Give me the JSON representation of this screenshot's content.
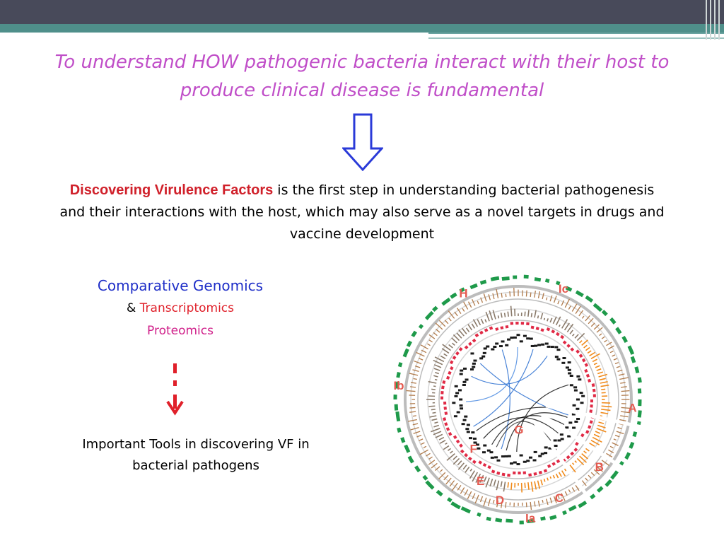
{
  "title": "To understand HOW pathogenic bacteria interact with their host to produce clinical disease is fundamental",
  "main_paragraph": {
    "highlight": "Discovering Virulence Factors",
    "rest": " is the first step in understanding bacterial pathogenesis and their interactions with the host, which may also serve as a novel targets in drugs and vaccine development"
  },
  "methods": {
    "comparative": "Comparative Genomics",
    "amp": "& ",
    "transcriptomics": "Transcriptomics",
    "proteomics": "Proteomics"
  },
  "tools": "Important Tools in discovering VF in bacterial pathogens",
  "figure_labels": [
    "H",
    "Ic",
    "Ib",
    "A",
    "G",
    "F",
    "E",
    "B",
    "D",
    "C",
    "Ia"
  ],
  "colors": {
    "title": "#c04ec8",
    "highlight": "#d0202a",
    "comparative": "#1f2fc8",
    "transcriptomics": "#e0202a",
    "proteomics": "#d0208a",
    "arrow_blue": "#2a3ad8",
    "arrow_red": "#e0202a",
    "label_red": "#e45a50"
  },
  "icons": {
    "down_arrow": "hollow-down-arrow-icon",
    "dashed_arrow": "dashed-down-arrow-icon"
  }
}
